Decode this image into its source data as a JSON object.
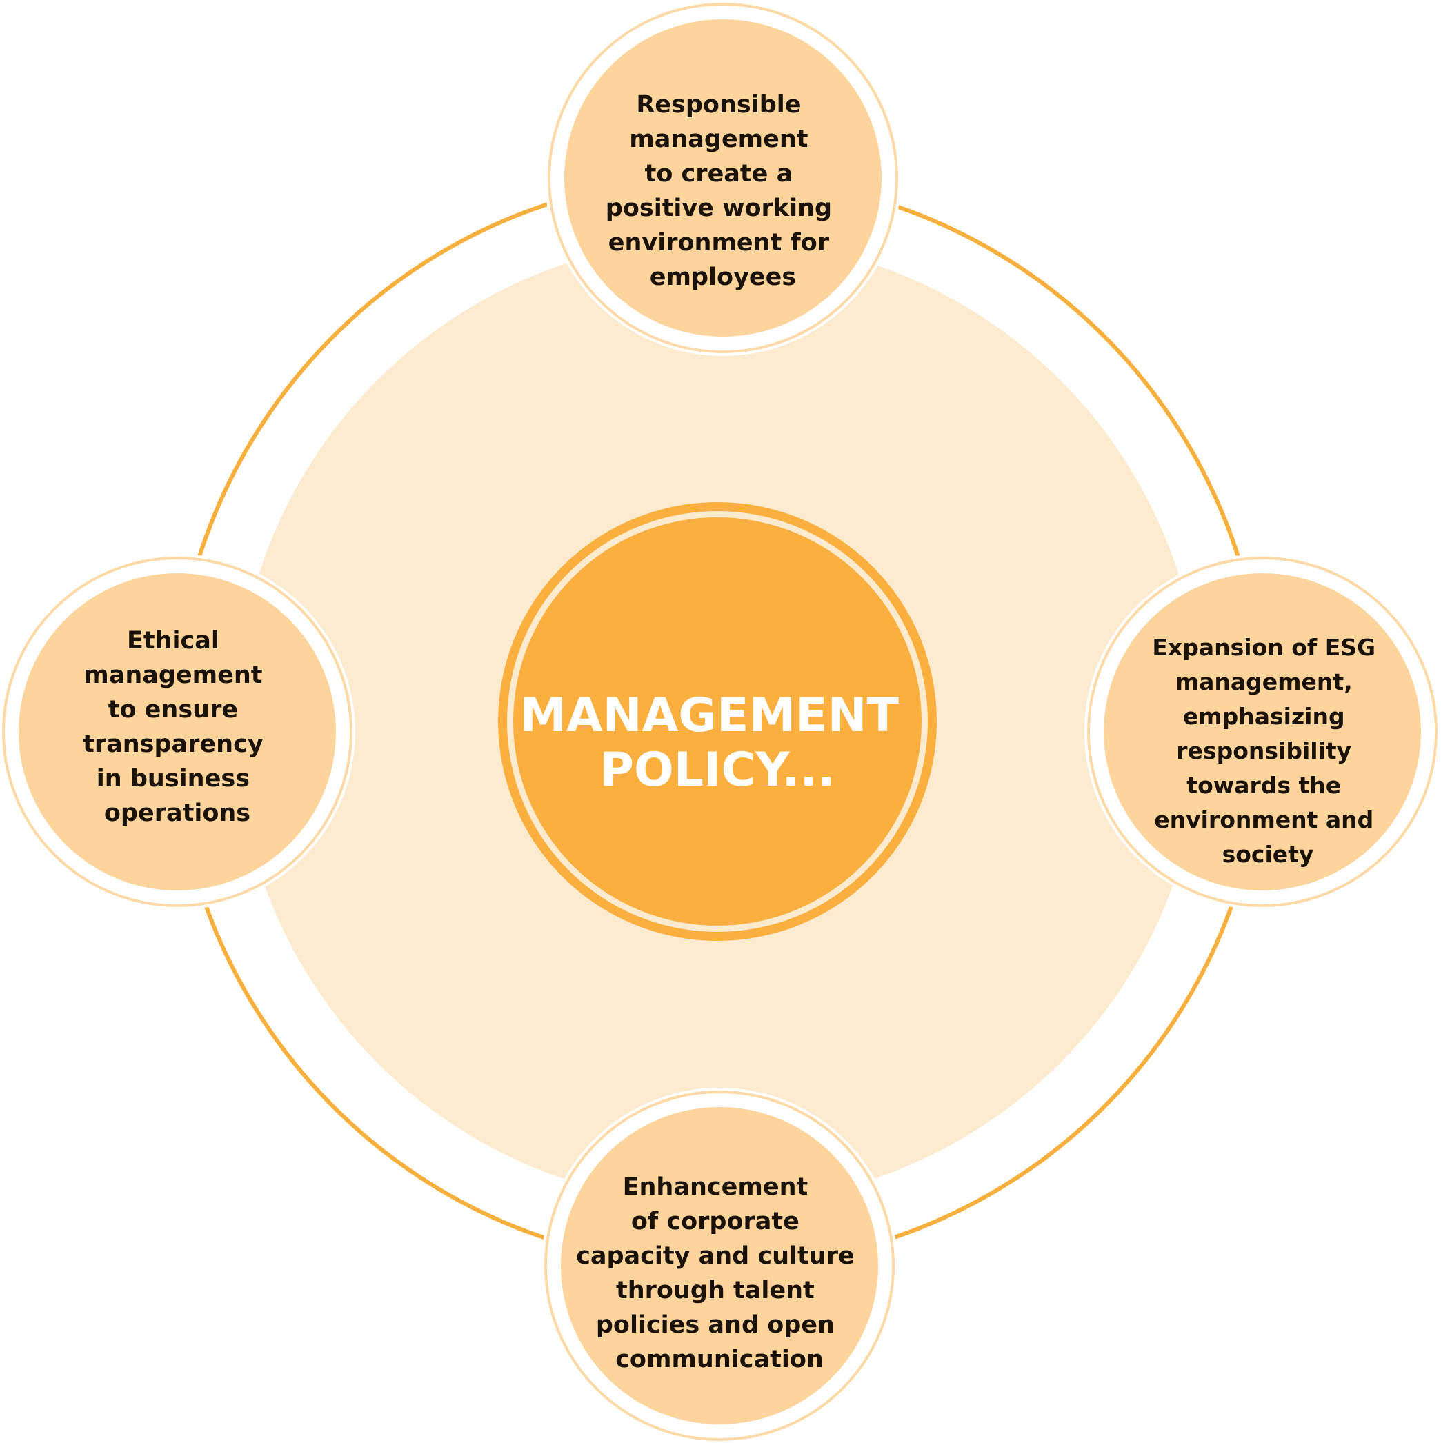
{
  "colors": {
    "ring": "#F7B03D",
    "background_disc": "#FDEBD0",
    "center_fill": "#FAAF3F",
    "center_ring_light": "#FDEBD0",
    "node_fill": "#FDD59C",
    "node_outline": "#FCD9A7",
    "node_text": "#1a1208",
    "center_text": "#ffffff"
  },
  "center": {
    "lines": [
      "MANAGEMENT",
      "POLICY..."
    ]
  },
  "nodes": {
    "top": {
      "lines": [
        "Responsible",
        "management",
        "to create a",
        "positive working",
        "environment for",
        "employees"
      ]
    },
    "left": {
      "lines": [
        "Ethical",
        "management",
        "to ensure",
        "transparency",
        "in business",
        "operations"
      ]
    },
    "right": {
      "lines": [
        "Expansion of ESG",
        "management,",
        "emphasizing",
        "responsibility",
        "towards the",
        "environment and",
        "society"
      ]
    },
    "bottom": {
      "lines": [
        "Enhancement",
        "of corporate",
        "capacity and culture",
        "through talent",
        "policies and open",
        "communication"
      ]
    }
  }
}
